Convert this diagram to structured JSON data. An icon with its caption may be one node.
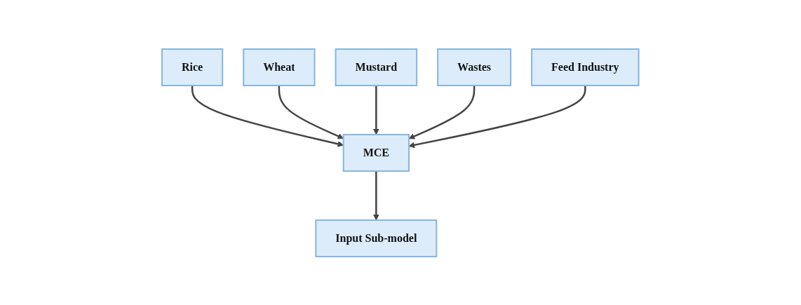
{
  "diagram": {
    "nodes": [
      {
        "text": [
          "Rice"
        ]
      },
      {
        "text": [
          "Wheat"
        ]
      },
      {
        "text": [
          "Mustard"
        ]
      },
      {
        "text": [
          "Wastes"
        ]
      },
      {
        "text": [
          "Feed Industry"
        ]
      },
      {
        "text": [
          "MCE"
        ]
      },
      {
        "text": [
          "Input Sub-model"
        ]
      }
    ],
    "edges": [
      {
        "from": 0,
        "to": 5,
        "arrow": "to"
      },
      {
        "from": 1,
        "to": 5,
        "arrow": "to"
      },
      {
        "from": 2,
        "to": 5,
        "arrow": "to"
      },
      {
        "from": 3,
        "to": 5,
        "arrow": "to"
      },
      {
        "from": 4,
        "to": 5,
        "arrow": "to"
      },
      {
        "from": 5,
        "to": 6,
        "arrow": "to"
      }
    ]
  }
}
